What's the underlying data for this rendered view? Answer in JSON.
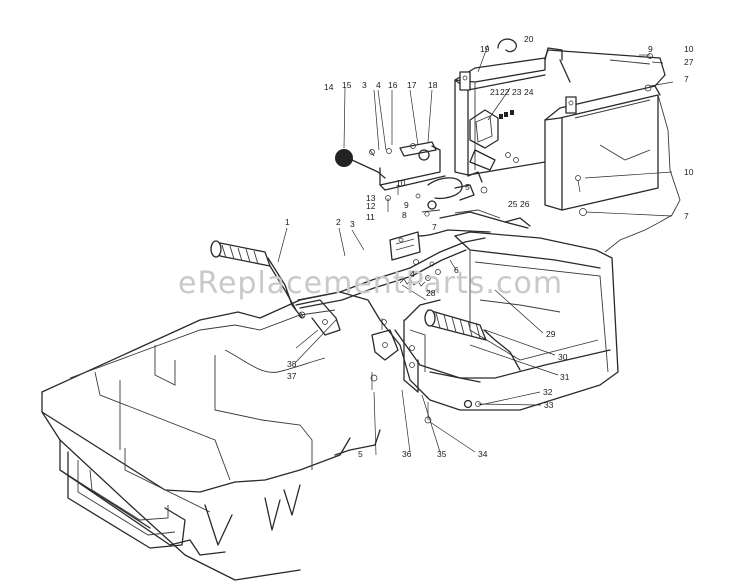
{
  "watermark": "eReplacementParts.com",
  "callouts": [
    "1",
    "2",
    "3",
    "3",
    "4",
    "4",
    "5",
    "5",
    "6",
    "7",
    "7",
    "7",
    "8",
    "9",
    "9",
    "10",
    "10",
    "10",
    "11",
    "12",
    "13",
    "14",
    "15",
    "16",
    "17",
    "18",
    "19",
    "20",
    "21",
    "22",
    "23",
    "24",
    "25",
    "26",
    "27",
    "28",
    "29",
    "30",
    "31",
    "32",
    "33",
    "34",
    "35",
    "36",
    "37",
    "38"
  ]
}
